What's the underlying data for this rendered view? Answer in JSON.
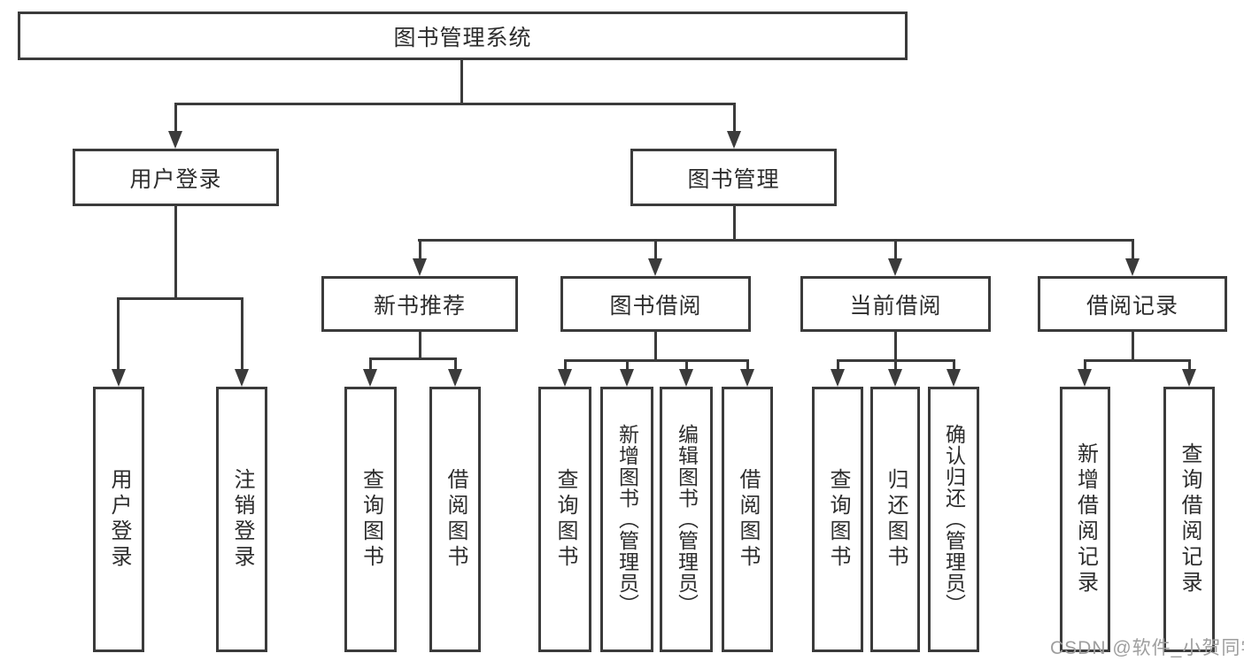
{
  "tree": {
    "root": {
      "label": "图书管理系统"
    },
    "user_login": {
      "label": "用户登录",
      "children": [
        {
          "label": "用户登录"
        },
        {
          "label": "注销登录"
        }
      ]
    },
    "book_mgmt": {
      "label": "图书管理",
      "children": [
        {
          "label": "新书推荐",
          "children": [
            {
              "label": "查询图书"
            },
            {
              "label": "借阅图书"
            }
          ]
        },
        {
          "label": "图书借阅",
          "children": [
            {
              "label": "查询图书"
            },
            {
              "label": "新增图书（管理员）"
            },
            {
              "label": "编辑图书（管理员）"
            },
            {
              "label": "借阅图书"
            }
          ]
        },
        {
          "label": "当前借阅",
          "children": [
            {
              "label": "查询图书"
            },
            {
              "label": "归还图书"
            },
            {
              "label": "确认归还（管理员）"
            }
          ]
        },
        {
          "label": "借阅记录",
          "children": [
            {
              "label": "新增借阅记录"
            },
            {
              "label": "查询借阅记录"
            }
          ]
        }
      ]
    }
  },
  "watermark": {
    "text": "CSDN @软件_小贺同学"
  },
  "colors": {
    "line": "#3b3b3b",
    "text": "#2d2d2d",
    "watermark": "#9e9e9e",
    "background": "#ffffff"
  }
}
